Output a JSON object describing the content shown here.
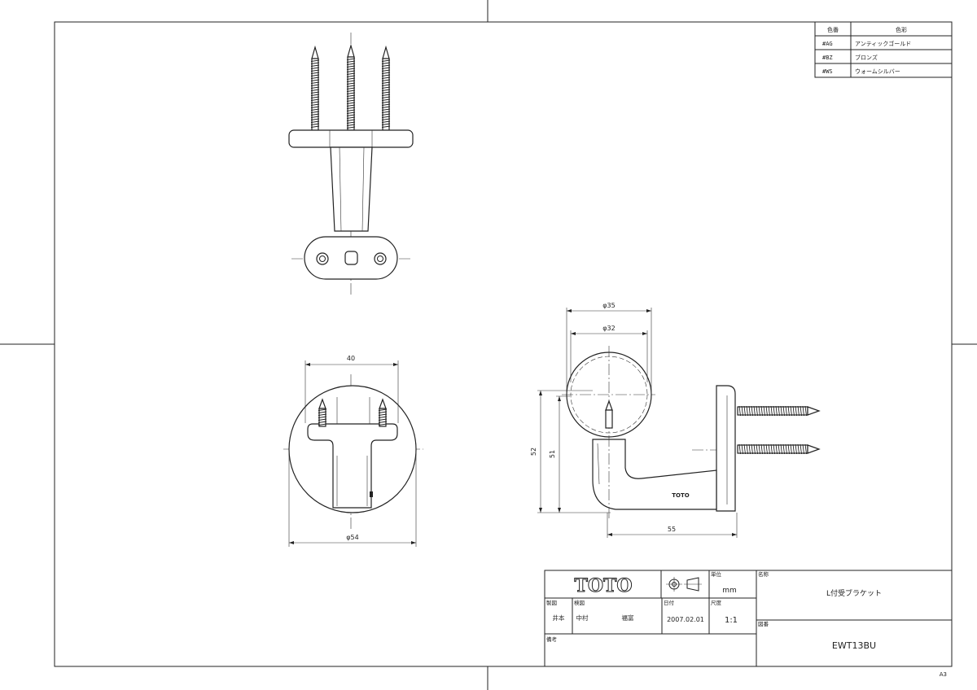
{
  "color_table": {
    "header_code": "色番",
    "header_name": "色彩",
    "rows": [
      {
        "code": "#AG",
        "name": "アンティックゴールド"
      },
      {
        "code": "#BZ",
        "name": "ブロンズ"
      },
      {
        "code": "#WS",
        "name": "ウォームシルバー"
      }
    ]
  },
  "dimensions": {
    "front_width": "40",
    "base_diameter": "φ54",
    "ball_outer": "φ35",
    "ball_inner": "φ32",
    "height_total": "52",
    "height_inner": "51",
    "depth": "55"
  },
  "brand_mark": "TOTO",
  "title_block": {
    "logo": "TOTO",
    "unit_label": "単位",
    "unit_value": "mm",
    "name_label": "名称",
    "name_value": "L付受ブラケット",
    "drawn_label": "製図",
    "drawn_value": "井本",
    "checked_label": "検図",
    "checked_value": "中村",
    "approved_value": "福富",
    "date_label": "日付",
    "date_value": "2007.02.01",
    "scale_label": "尺度",
    "scale_value": "1:1",
    "drawing_no_label": "図番",
    "drawing_no_value": "EWT13BU",
    "remarks_label": "備考"
  },
  "sheet_size": "A3"
}
